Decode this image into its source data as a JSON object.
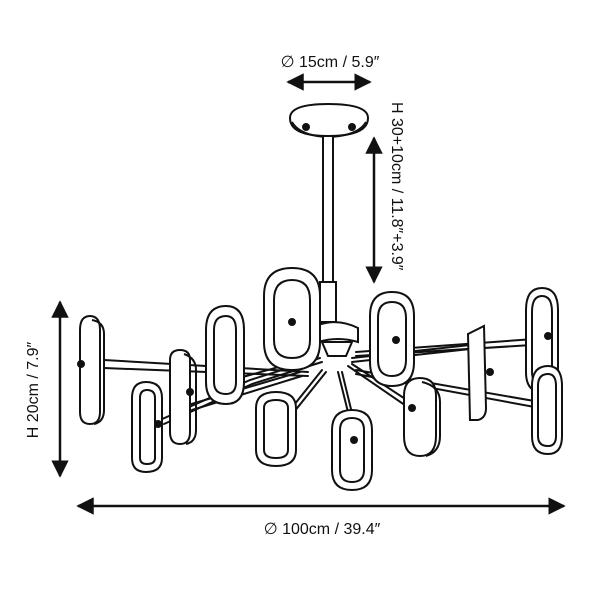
{
  "dimensions": {
    "canopy_diameter": "∅ 15cm / 5.9″",
    "stem_height": "H 30+10cm / 11.8″+3.9″",
    "body_height": "H 20cm / 7.9″",
    "overall_diameter": "∅ 100cm / 39.4″"
  },
  "colors": {
    "line": "#111111",
    "background": "#ffffff"
  }
}
